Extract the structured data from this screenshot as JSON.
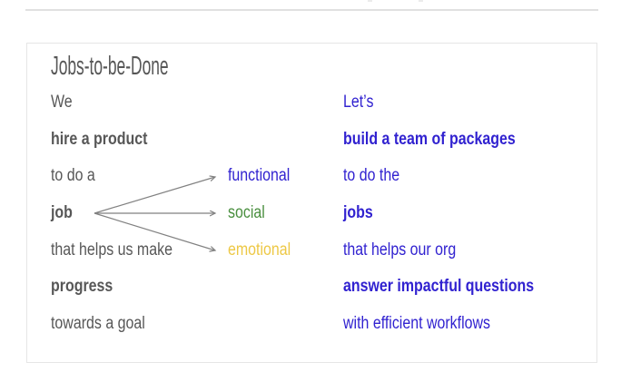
{
  "slide": {
    "title": "Jobs-to-be-Done",
    "left_column": [
      {
        "text": "We",
        "bold": false
      },
      {
        "text": "hire a product",
        "bold": true
      },
      {
        "text": "to do a",
        "bold": false
      },
      {
        "text": "job",
        "bold": true
      },
      {
        "text": "that helps us make",
        "bold": false
      },
      {
        "text": "progress",
        "bold": true
      },
      {
        "text": "towards a goal",
        "bold": false
      }
    ],
    "job_dimensions": [
      {
        "text": "functional",
        "color": "#3122d0"
      },
      {
        "text": "social",
        "color": "#4a8f3f"
      },
      {
        "text": "emotional",
        "color": "#edc845"
      }
    ],
    "right_column": [
      {
        "text": "Let’s",
        "bold": false
      },
      {
        "text": "build a team of packages",
        "bold": true
      },
      {
        "text": "to do the",
        "bold": false
      },
      {
        "text": "jobs",
        "bold": true
      },
      {
        "text": "that helps our org",
        "bold": false
      },
      {
        "text": "answer impactful questions",
        "bold": true
      },
      {
        "text": "with efficient workflows",
        "bold": false
      }
    ],
    "colors": {
      "text_gray": "#575757",
      "accent_blue": "#3122d0",
      "green": "#4a8f3f",
      "gold": "#edc845",
      "arrow": "#818181",
      "card_border": "#e6e6e6",
      "divider": "#e0e0e0"
    }
  }
}
